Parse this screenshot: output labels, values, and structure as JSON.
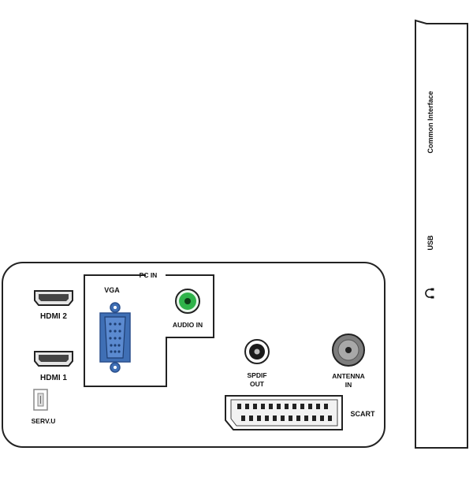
{
  "rear_panel": {
    "pc_in_label": "PC IN",
    "vga_label": "VGA",
    "audio_in_label": "AUDIO IN",
    "hdmi2_label": "HDMI 2",
    "hdmi1_label": "HDMI 1",
    "serv_u_label": "SERV.U",
    "spdif_label_line1": "SPDIF",
    "spdif_label_line2": "OUT",
    "antenna_label_line1": "ANTENNA",
    "antenna_label_line2": "IN",
    "scart_label": "SCART"
  },
  "side_panel": {
    "common_interface_label": "Common Interface",
    "usb_label": "USB",
    "headphone_icon": "headphone-icon"
  },
  "colors": {
    "outline": "#222222",
    "vga_blue": "#3f6fb5",
    "vga_blue_dark": "#2a4f8c",
    "audio_green": "#2fb34a",
    "antenna_grey": "#7d7d7d",
    "connector_grey": "#9a9a9a"
  }
}
